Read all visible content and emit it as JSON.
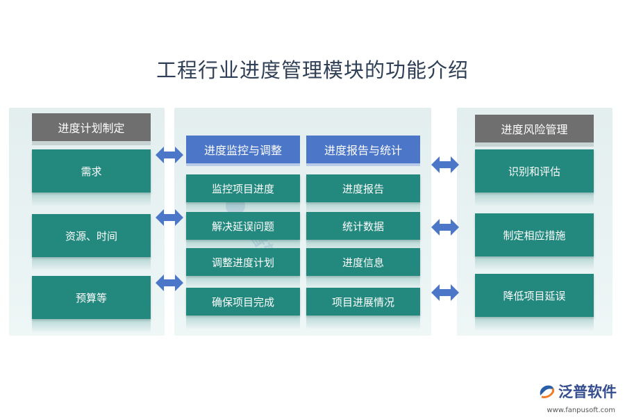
{
  "title": "工程行业进度管理模块的功能介绍",
  "left": {
    "header": "进度计划制定",
    "items": [
      "需求",
      "资源、时间",
      "预算等"
    ]
  },
  "middle": {
    "col1": {
      "header": "进度监控与调整",
      "items": [
        "监控项目进度",
        "解决延误问题",
        "调整进度计划",
        "确保项目完成"
      ]
    },
    "col2": {
      "header": "进度报告与统计",
      "items": [
        "进度报告",
        "统计数据",
        "进度信息",
        "项目进展情况"
      ]
    }
  },
  "right": {
    "header": "进度风险管理",
    "items": [
      "识别和评估",
      "制定相应措施",
      "降低项目延误"
    ]
  },
  "logo": {
    "name": "泛普软件",
    "url": "www.fanpusoft.com"
  },
  "colors": {
    "teal": "#23897f",
    "blue": "#4c77c9",
    "gray": "#6f6f6f",
    "arrow": "#4c77c9"
  }
}
